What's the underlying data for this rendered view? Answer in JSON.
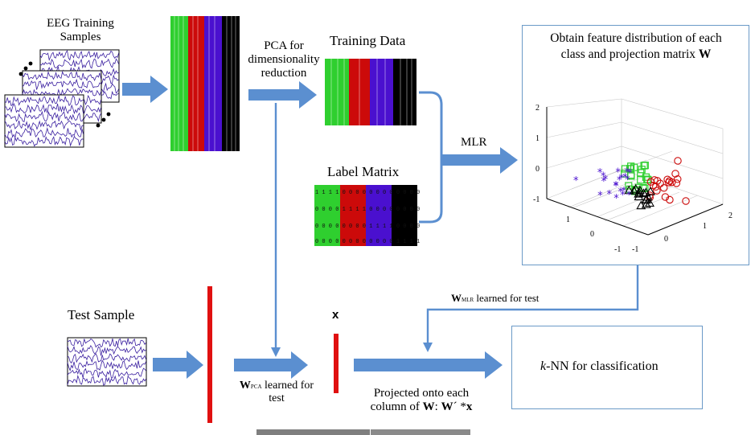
{
  "labels": {
    "eeg_training_line1": "EEG Training",
    "eeg_training_line2": "Samples",
    "pca_line1": "PCA for",
    "pca_line2": "dimensionality",
    "pca_line3": "reduction",
    "training_data": "Training Data",
    "label_matrix": "Label Matrix",
    "mlr": "MLR",
    "feature_line1": "Obtain feature distribution of each",
    "feature_line2_prefix": "class and projection matrix ",
    "feature_line2_bold": "W",
    "wmlr_bold": "W",
    "wmlr_sub": "MLR",
    "wmlr_text": " learned for test",
    "test_sample": "Test Sample",
    "x_label": "x",
    "wpca_bold": "W",
    "wpca_sub": "PCA",
    "wpca_text_line1": " learned for",
    "wpca_text_line2": "test",
    "projected_line1": "Projected onto each",
    "projected_line2_prefix": "column of ",
    "projected_line2_bold1": "W",
    "projected_line2_mid": ": ",
    "projected_line2_bold2": "W",
    "projected_line2_rest": "´ *",
    "projected_line2_bold3": "x",
    "knn_italic": "k",
    "knn_text": "-NN  for classification"
  },
  "label_matrix_rows": [
    "1 1 1 1 0 0 0 0 0 0 0 0 0 0 0 0",
    "0 0 0 0 1 1 1 1 0 0 0 0 0 0 0 0",
    "0 0 0 0 0 0 0 0 1 1 1 1 0 0 0 0",
    "0 0 0 0 0 0 0 0 0 0 0 0 1 1 1 1"
  ],
  "scatter_axis_ticks": {
    "z": [
      "2",
      "1",
      "0",
      "-1"
    ],
    "left_x": [
      "1",
      "0",
      "-1"
    ],
    "right_y": [
      "-1",
      "0",
      "1",
      "2"
    ]
  },
  "colors": {
    "arrow": "#5b8fd0",
    "class1": "#2fcf2f",
    "class2": "#cc0a0a",
    "class3": "#4a10cf",
    "class4": "#000000",
    "signal": "#3a1fa0",
    "box_border": "#6b9ac7"
  }
}
